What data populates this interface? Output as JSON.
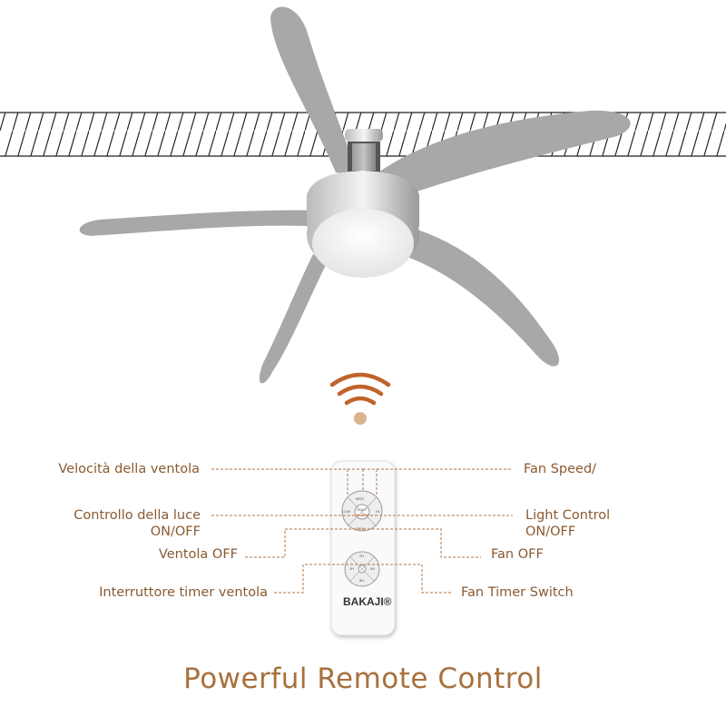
{
  "left_labels": {
    "fan_speed": "Velocità della ventola",
    "light_control": "Controllo della luce",
    "light_onoff": "ON/OFF",
    "fan_off": "Ventola OFF",
    "timer": "Interruttore timer ventola"
  },
  "right_labels": {
    "fan_speed": "Fan Speed/",
    "light_control": "Light Control",
    "light_onoff": "ON/OFF",
    "fan_off": "Fan OFF",
    "timer": "Fan Timer Switch"
  },
  "remote": {
    "brand": "BAKAJI®",
    "buttons": {
      "med": "MED",
      "low": "LOW",
      "hi": "HI",
      "light": "LIGHT",
      "light_onoff": "ON/OFF",
      "stop": "STOP",
      "t2h": "2H",
      "t1h": "1H",
      "t4h": "4H",
      "t8h": "8H"
    }
  },
  "title": "Powerful Remote Control",
  "colors": {
    "label": "#8a5a32",
    "title": "#a8703c",
    "signal": "#c0622a",
    "blade": "#a8a8a8"
  }
}
